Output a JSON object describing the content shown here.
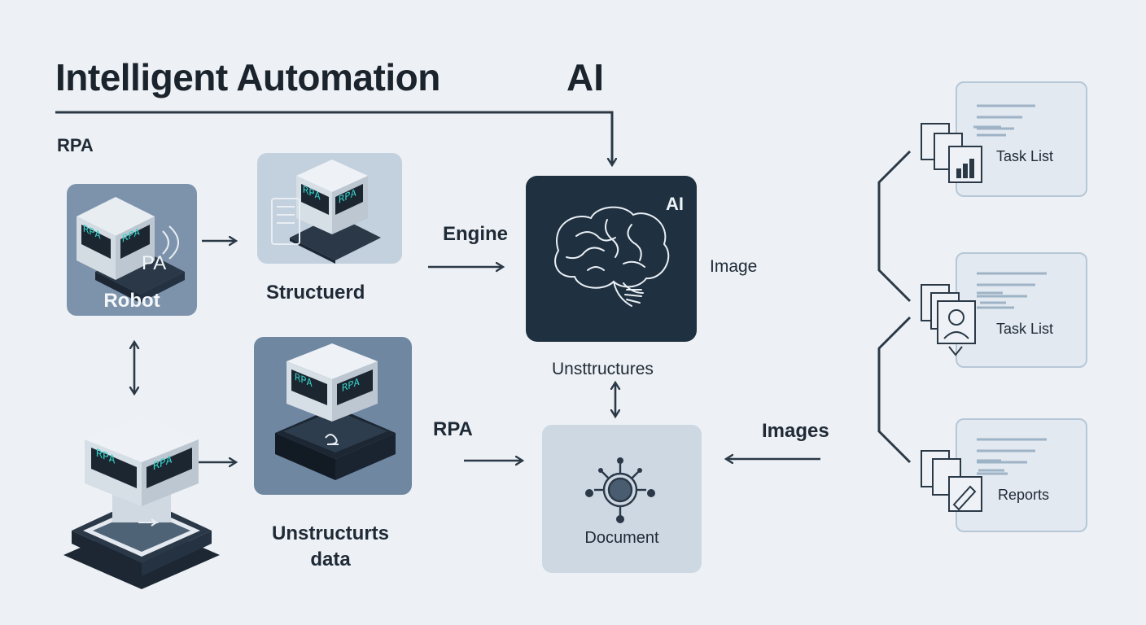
{
  "title": "Intelligent Automation",
  "title_ai": "AI",
  "rpa_header": "RPA",
  "tiles": {
    "robot": {
      "caption": "Robot",
      "screen_left": "RPA",
      "screen_right": "RPA",
      "overlay": "PA"
    },
    "structured": {
      "caption": "Structuerd",
      "screen_left": "RPA",
      "screen_right": "RPA"
    },
    "unstructured": {
      "caption_line1": "Unstructurts",
      "caption_line2": "data",
      "screen_left": "RPA",
      "screen_right": "RPA"
    },
    "bottom_robot": {
      "screen_left": "RPA",
      "screen_right": "RPA"
    }
  },
  "engine_label": "Engine",
  "ai_card": {
    "badge": "AI",
    "icon": "brain-icon"
  },
  "image_label": "Image",
  "unstructures_label": "Unsttructures",
  "rpa_label": "RPA",
  "document": {
    "label": "Document",
    "icon": "network-node-icon"
  },
  "images_label": "Images",
  "side_cards": [
    {
      "label": "Task List",
      "icon": "documents-chart-icon"
    },
    {
      "label": "Task List",
      "icon": "documents-id-icon"
    },
    {
      "label": "Reports",
      "icon": "documents-pen-icon"
    }
  ],
  "colors": {
    "background": "#edf1f5",
    "dark_card": "#1f3040",
    "tile_blue": "#7d93ab",
    "screen_text": "#38d0c8",
    "arrow": "#2b3947"
  }
}
